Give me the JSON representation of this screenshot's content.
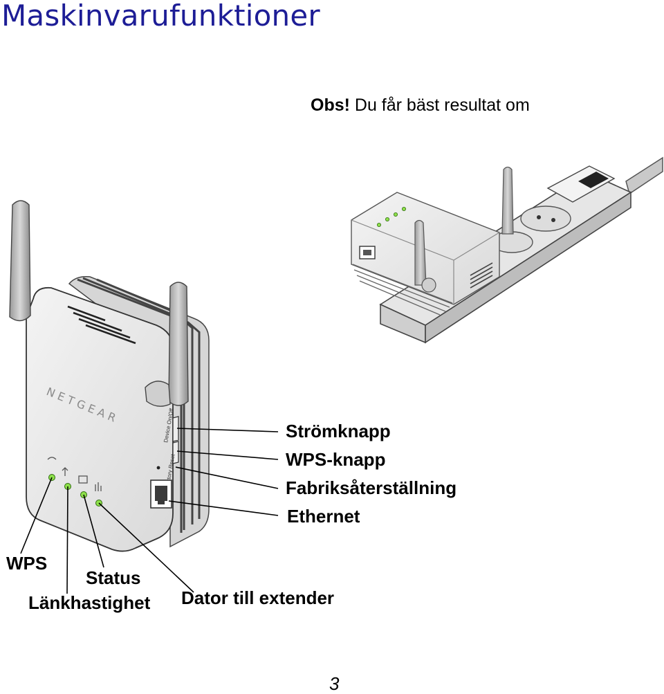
{
  "page": {
    "title": "Maskinvarufunktioner",
    "note_bold": "Obs!",
    "note_text": " Du får bäst resultat om",
    "page_number": "3"
  },
  "device": {
    "brand": "NETGEAR",
    "side_labels": [
      "Device On/Off",
      "Factory Reset"
    ]
  },
  "callouts": {
    "power": "Strömknapp",
    "wps_button": "WPS-knapp",
    "factory_reset": "Fabriksåterställning",
    "ethernet": "Ethernet",
    "wps_led": "WPS",
    "status_led": "Status",
    "link_rate_led": "Länkhastighet",
    "pc_to_extender_led": "Dator till extender"
  },
  "colors": {
    "title": "#1d1d96",
    "led": "#8ee04a",
    "device_body": "#e9e9e9"
  }
}
